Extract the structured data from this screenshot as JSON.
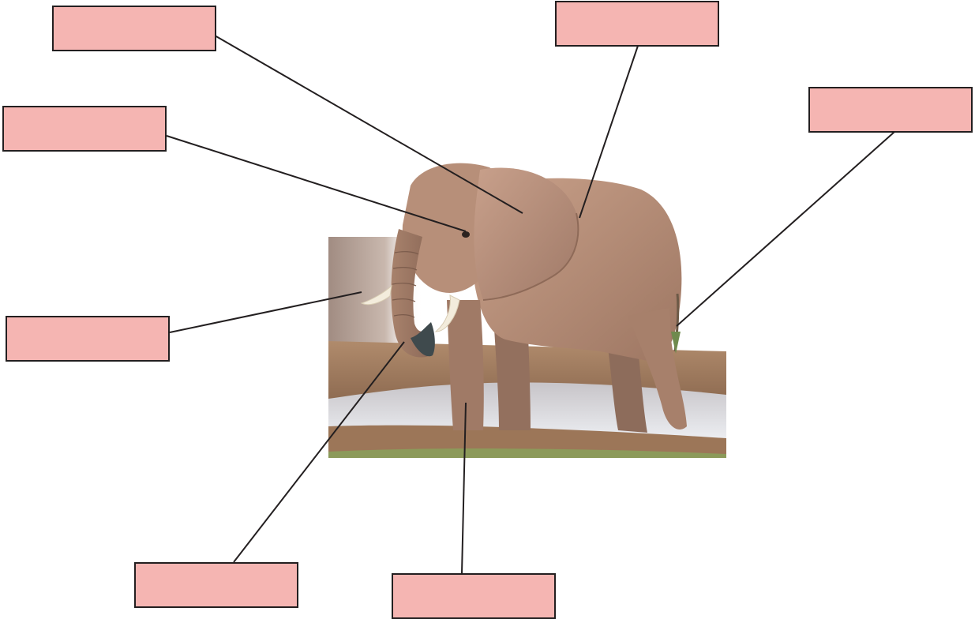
{
  "colors": {
    "box_fill": "#f5b5b2",
    "box_border": "#231f20",
    "leader_line": "#231f20"
  },
  "labels": [
    {
      "id": "ear",
      "text": ""
    },
    {
      "id": "back",
      "text": ""
    },
    {
      "id": "tail",
      "text": ""
    },
    {
      "id": "eye",
      "text": ""
    },
    {
      "id": "tusk",
      "text": ""
    },
    {
      "id": "trunk",
      "text": ""
    },
    {
      "id": "leg",
      "text": ""
    }
  ]
}
